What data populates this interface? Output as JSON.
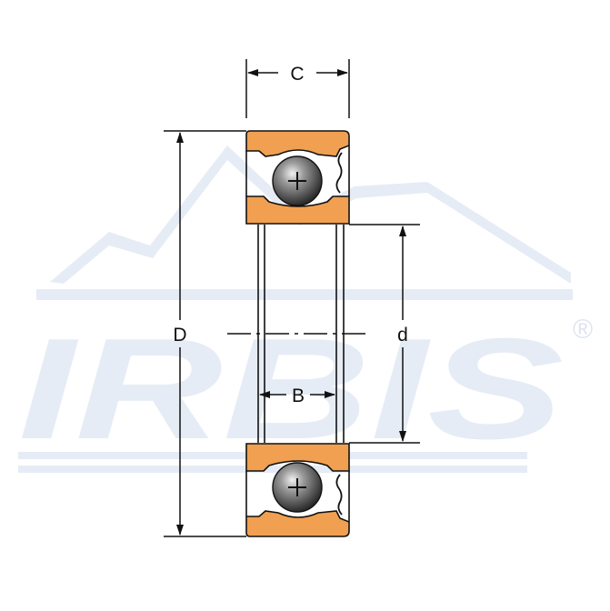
{
  "watermark": {
    "brand": "IRBIS",
    "registered_mark": "®",
    "color": "#e6ecf5"
  },
  "dimensions": {
    "outer_width": "C",
    "outer_diameter": "D",
    "inner_diameter": "d",
    "inner_width": "B"
  },
  "colors": {
    "ring": "#f0a050",
    "ball": "#3a3a3a",
    "line": "#111111"
  },
  "icons": {
    "ball_center_mark": "plus-icon"
  }
}
